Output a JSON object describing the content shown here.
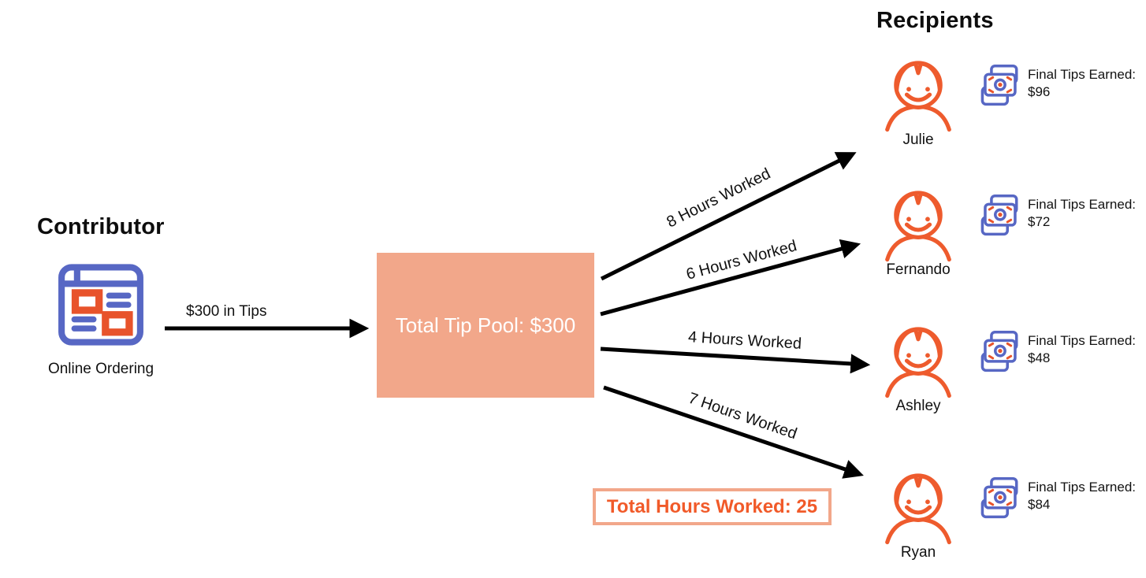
{
  "palette": {
    "orange": "#EE5B2D",
    "salmon": "#F2A78A",
    "blue": "#5767C4",
    "arrow_black": "#000000",
    "pool_text": "#FFFFFF",
    "total_hours_text": "#F15A29"
  },
  "contributor": {
    "heading": "Contributor",
    "source_label": "Online Ordering",
    "source_icon": "online-ordering-browser-icon",
    "flow_label": "$300 in Tips"
  },
  "pool": {
    "label": "Total Tip Pool: $300"
  },
  "totals": {
    "hours_label": "Total Hours Worked: 25"
  },
  "recipients": {
    "heading": "Recipients",
    "items": [
      {
        "name": "Julie",
        "hours_label": "8 Hours Worked",
        "tips_line1": "Final Tips Earned:",
        "tips_line2": "$96"
      },
      {
        "name": "Fernando",
        "hours_label": "6 Hours Worked",
        "tips_line1": "Final Tips Earned:",
        "tips_line2": "$72"
      },
      {
        "name": "Ashley",
        "hours_label": "4 Hours Worked",
        "tips_line1": "Final Tips Earned:",
        "tips_line2": "$48"
      },
      {
        "name": "Ryan",
        "hours_label": "7 Hours Worked",
        "tips_line1": "Final Tips Earned:",
        "tips_line2": "$84"
      }
    ]
  }
}
